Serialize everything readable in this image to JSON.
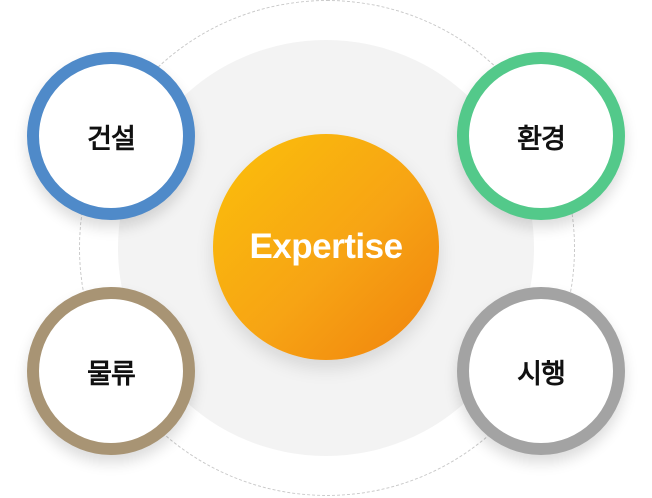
{
  "center": {
    "label": "Expertise"
  },
  "nodes": [
    {
      "id": "construction",
      "label": "건설",
      "color": "#4f8ac9"
    },
    {
      "id": "environment",
      "label": "환경",
      "color": "#53c98a"
    },
    {
      "id": "logistics",
      "label": "물류",
      "color": "#a89474"
    },
    {
      "id": "enforcement",
      "label": "시행",
      "color": "#a3a3a3"
    }
  ],
  "colors": {
    "center_gradient": [
      "#fbc00a",
      "#f0820d"
    ],
    "disc": "#f3f3f3",
    "ring": "#c9c9c9"
  }
}
